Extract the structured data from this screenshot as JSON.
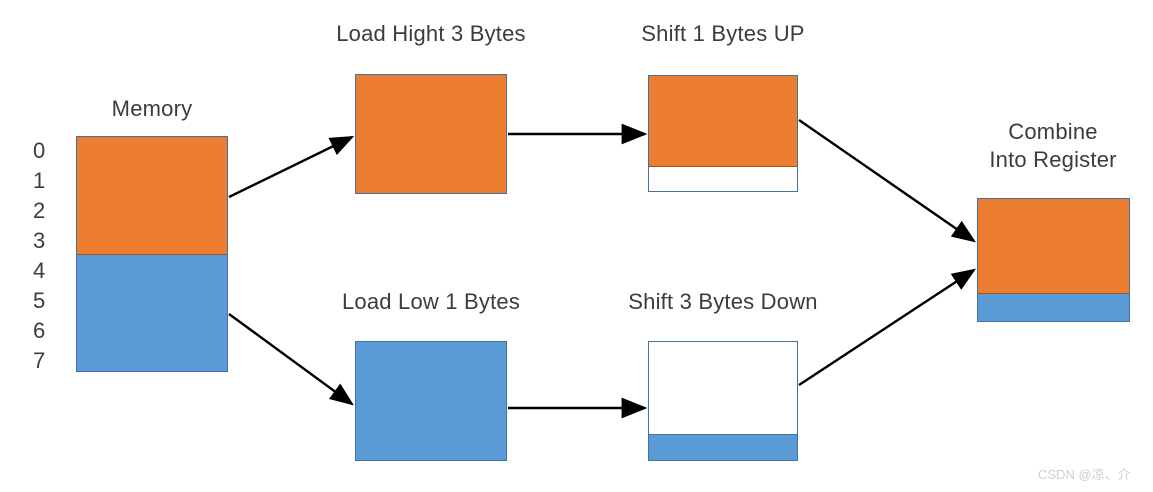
{
  "diagram": {
    "title_memory": "Memory",
    "memory_indices": [
      "0",
      "1",
      "2",
      "3",
      "4",
      "5",
      "6",
      "7"
    ],
    "stages": [
      {
        "id": "load-high",
        "label": "Load Hight 3 Bytes"
      },
      {
        "id": "shift-up",
        "label": "Shift 1 Bytes UP"
      },
      {
        "id": "load-low",
        "label": "Load Low 1 Bytes"
      },
      {
        "id": "shift-down",
        "label": "Shift 3 Bytes Down"
      }
    ],
    "combine_label_line1": "Combine",
    "combine_label_line2": "Into Register",
    "watermark": "CSDN @凉、介",
    "colors": {
      "orange": "#ED7D31",
      "blue": "#5B9BD5",
      "white": "#FFFFFF",
      "border": "#41719C",
      "arrow": "#000000",
      "text": "#3C3C3C"
    }
  }
}
